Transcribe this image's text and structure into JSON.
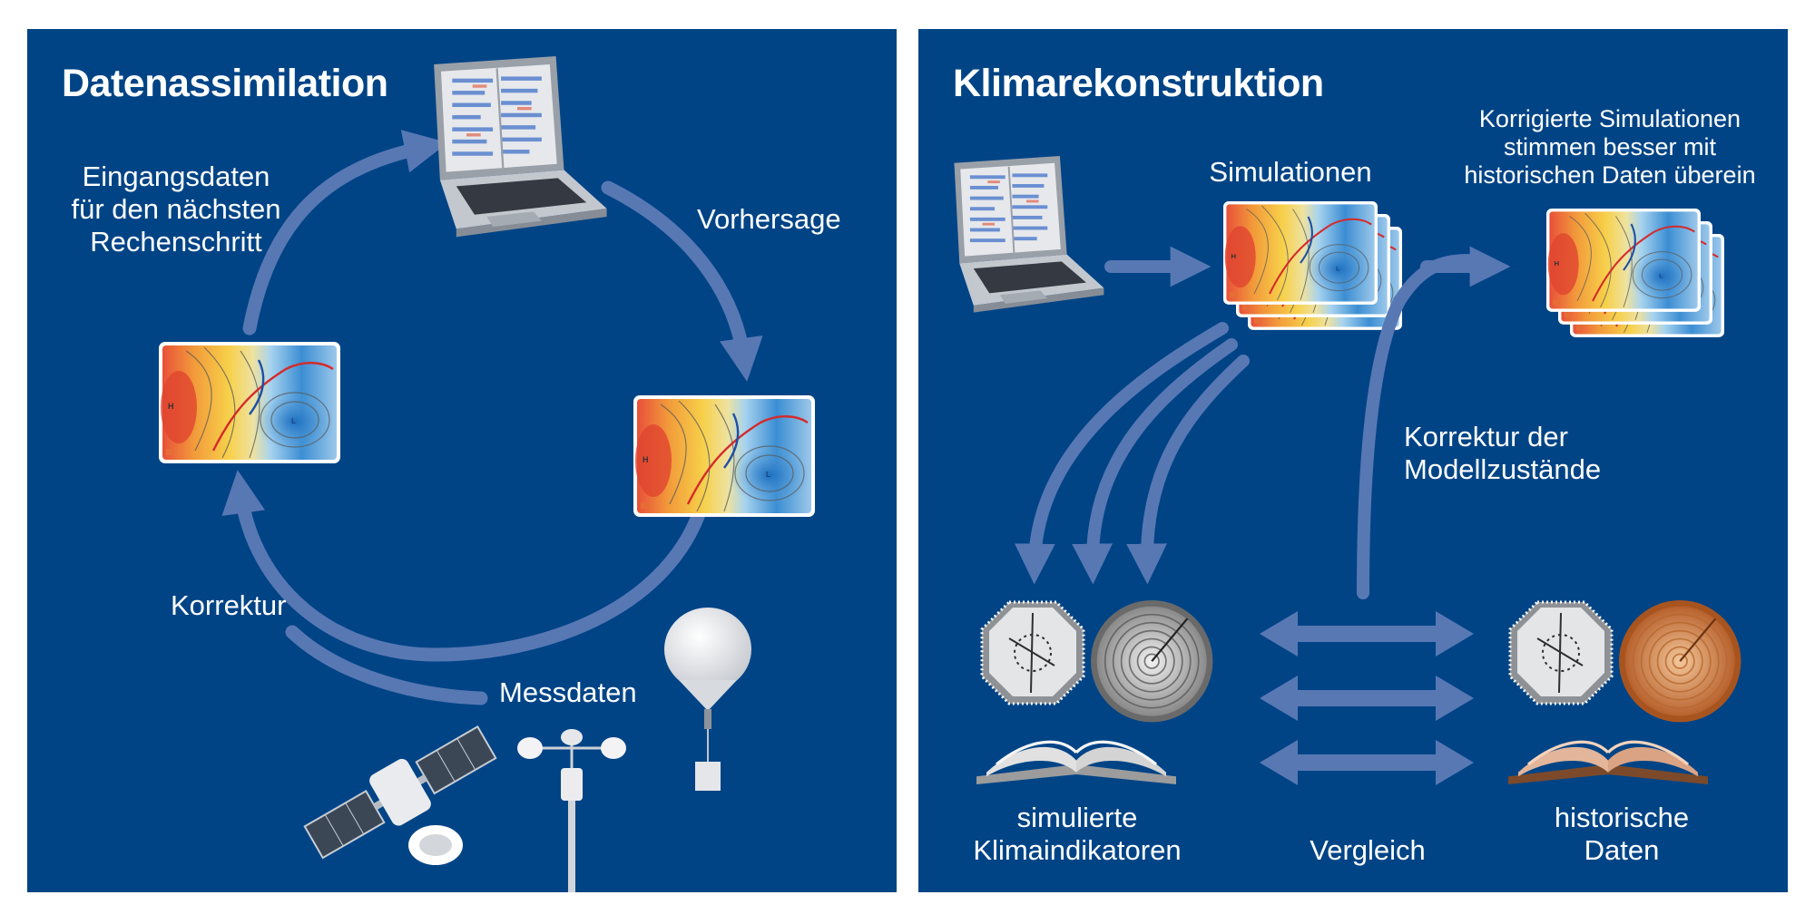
{
  "left_panel": {
    "title": "Datenassimilation",
    "label_input": "Eingangsdaten\nfür den nächsten\nRechenschritt",
    "label_forecast": "Vorhersage",
    "label_correction": "Korrektur",
    "label_measurements": "Messdaten"
  },
  "right_panel": {
    "title": "Klimarekonstruktion",
    "label_simulations": "Simulationen",
    "label_corrected": "Korrigierte Simulationen\nstimmen besser mit\nhistorischen Daten überein",
    "label_model_correction": "Korrektur der\nModellzustände",
    "label_simulated_indicators": "simulierte\nKlimaindikatoren",
    "label_comparison": "Vergleich",
    "label_historical": "historische\nDaten"
  },
  "colors": {
    "panel_bg": "#004486",
    "arrow": "#5878b4",
    "text": "#ffffff"
  },
  "icons": [
    "laptop-icon",
    "weather-map-icon",
    "satellite-icon",
    "anemometer-icon",
    "weather-balloon-icon",
    "ice-core-icon",
    "tree-rings-icon",
    "open-book-icon"
  ]
}
